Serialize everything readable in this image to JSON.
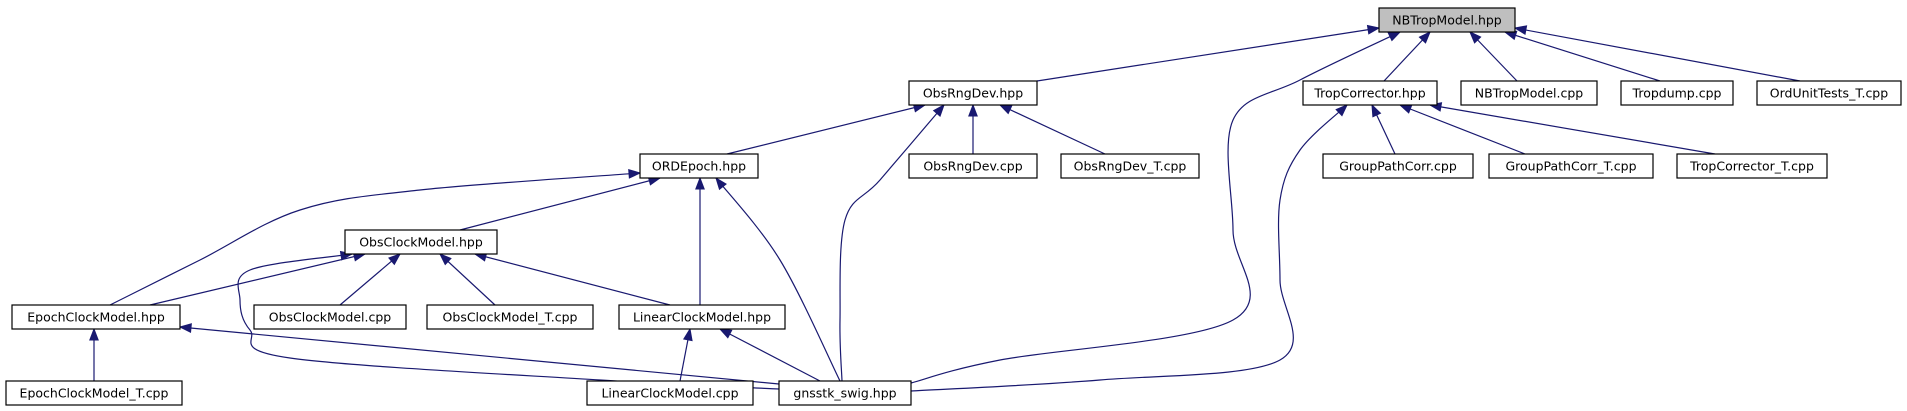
{
  "diagram": {
    "nodes": [
      {
        "id": "nbtropmodel_hpp",
        "label": "NBTropModel.hpp",
        "root": true
      },
      {
        "id": "obsrngdev_hpp",
        "label": "ObsRngDev.hpp"
      },
      {
        "id": "tropcorrector_hpp",
        "label": "TropCorrector.hpp"
      },
      {
        "id": "nbtropmodel_cpp",
        "label": "NBTropModel.cpp"
      },
      {
        "id": "tropdump_cpp",
        "label": "Tropdump.cpp"
      },
      {
        "id": "ordunittests_t_cpp",
        "label": "OrdUnitTests_T.cpp"
      },
      {
        "id": "ordepoch_hpp",
        "label": "ORDEpoch.hpp"
      },
      {
        "id": "obsrngdev_cpp",
        "label": "ObsRngDev.cpp"
      },
      {
        "id": "obsrngdev_t_cpp",
        "label": "ObsRngDev_T.cpp"
      },
      {
        "id": "grouppathcorr_cpp",
        "label": "GroupPathCorr.cpp"
      },
      {
        "id": "grouppathcorr_t_cpp",
        "label": "GroupPathCorr_T.cpp"
      },
      {
        "id": "tropcorrector_t_cpp",
        "label": "TropCorrector_T.cpp"
      },
      {
        "id": "obsclockmodel_hpp",
        "label": "ObsClockModel.hpp"
      },
      {
        "id": "epochclockmodel_hpp",
        "label": "EpochClockModel.hpp"
      },
      {
        "id": "obsclockmodel_cpp",
        "label": "ObsClockModel.cpp"
      },
      {
        "id": "obsclockmodel_t_cpp",
        "label": "ObsClockModel_T.cpp"
      },
      {
        "id": "linearclockmodel_hpp",
        "label": "LinearClockModel.hpp"
      },
      {
        "id": "epochclockmodel_t_cpp",
        "label": "EpochClockModel_T.cpp"
      },
      {
        "id": "linearclockmodel_cpp",
        "label": "LinearClockModel.cpp"
      },
      {
        "id": "gnsstk_swig_hpp",
        "label": "gnsstk_swig.hpp"
      }
    ],
    "edges": [
      {
        "from": "nbtropmodel_hpp",
        "to": "obsrngdev_hpp"
      },
      {
        "from": "nbtropmodel_hpp",
        "to": "tropcorrector_hpp"
      },
      {
        "from": "nbtropmodel_hpp",
        "to": "nbtropmodel_cpp"
      },
      {
        "from": "nbtropmodel_hpp",
        "to": "tropdump_cpp"
      },
      {
        "from": "nbtropmodel_hpp",
        "to": "ordunittests_t_cpp"
      },
      {
        "from": "nbtropmodel_hpp",
        "to": "gnsstk_swig_hpp"
      },
      {
        "from": "obsrngdev_hpp",
        "to": "ordepoch_hpp"
      },
      {
        "from": "obsrngdev_hpp",
        "to": "obsrngdev_cpp"
      },
      {
        "from": "obsrngdev_hpp",
        "to": "obsrngdev_t_cpp"
      },
      {
        "from": "obsrngdev_hpp",
        "to": "gnsstk_swig_hpp"
      },
      {
        "from": "tropcorrector_hpp",
        "to": "grouppathcorr_cpp"
      },
      {
        "from": "tropcorrector_hpp",
        "to": "grouppathcorr_t_cpp"
      },
      {
        "from": "tropcorrector_hpp",
        "to": "tropcorrector_t_cpp"
      },
      {
        "from": "tropcorrector_hpp",
        "to": "gnsstk_swig_hpp"
      },
      {
        "from": "ordepoch_hpp",
        "to": "obsclockmodel_hpp"
      },
      {
        "from": "ordepoch_hpp",
        "to": "epochclockmodel_hpp"
      },
      {
        "from": "ordepoch_hpp",
        "to": "linearclockmodel_hpp"
      },
      {
        "from": "ordepoch_hpp",
        "to": "gnsstk_swig_hpp"
      },
      {
        "from": "obsclockmodel_hpp",
        "to": "epochclockmodel_hpp"
      },
      {
        "from": "obsclockmodel_hpp",
        "to": "obsclockmodel_cpp"
      },
      {
        "from": "obsclockmodel_hpp",
        "to": "obsclockmodel_t_cpp"
      },
      {
        "from": "obsclockmodel_hpp",
        "to": "linearclockmodel_hpp"
      },
      {
        "from": "obsclockmodel_hpp",
        "to": "gnsstk_swig_hpp"
      },
      {
        "from": "epochclockmodel_hpp",
        "to": "epochclockmodel_t_cpp"
      },
      {
        "from": "epochclockmodel_hpp",
        "to": "gnsstk_swig_hpp"
      },
      {
        "from": "linearclockmodel_hpp",
        "to": "linearclockmodel_cpp"
      },
      {
        "from": "linearclockmodel_hpp",
        "to": "gnsstk_swig_hpp"
      }
    ]
  }
}
